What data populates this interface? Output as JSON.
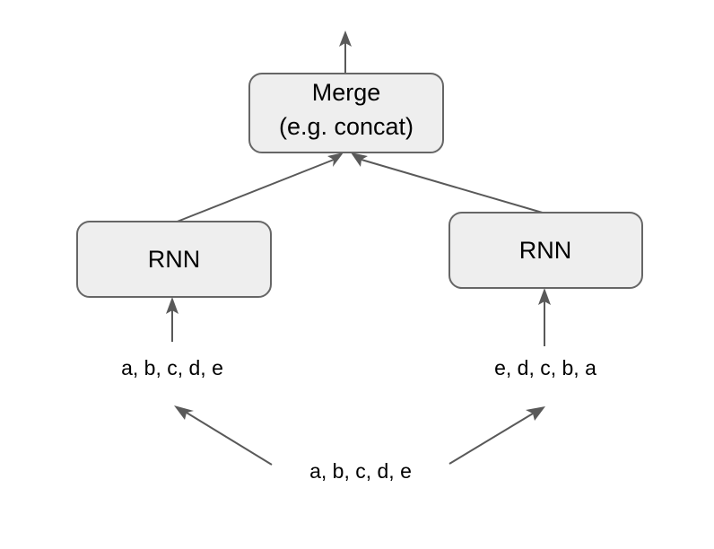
{
  "diagram": {
    "title": "Bidirectional RNN merge diagram",
    "background_color": "#ffffff",
    "node_fill_color": "#eeeeee",
    "node_stroke_color": "#666666",
    "edge_color": "#595959",
    "text_color": "#000000",
    "nodes": {
      "merge": {
        "label_line1": "Merge",
        "label_line2": "(e.g. concat)"
      },
      "rnn_forward": {
        "label": "RNN"
      },
      "rnn_backward": {
        "label": "RNN"
      }
    },
    "labels": {
      "forward_sequence": "a, b, c, d, e",
      "reversed_sequence": "e, d, c, b, a",
      "input_sequence": "a, b, c, d, e"
    }
  }
}
